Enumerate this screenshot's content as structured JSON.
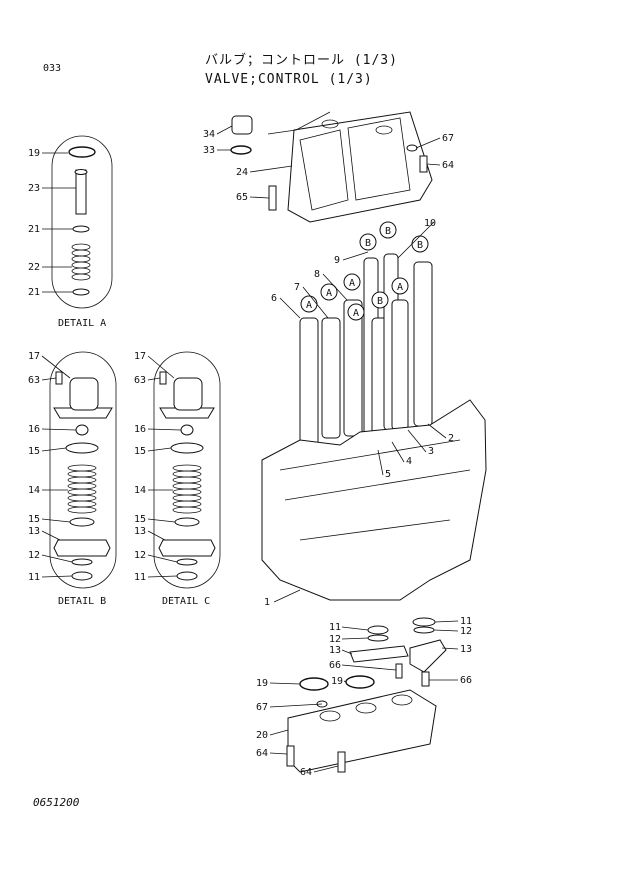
{
  "page_code": "033",
  "title_jp": "バルブ；コントロール (1/3)",
  "title_en": "VALVE;CONTROL (1/3)",
  "doc_number": "0651200",
  "details": {
    "a": "DETAIL A",
    "b": "DETAIL B",
    "c": "DETAIL C"
  },
  "callouts": {
    "detail_a": [
      "19",
      "23",
      "21",
      "22",
      "21"
    ],
    "detail_b": [
      "17",
      "63",
      "16",
      "15",
      "14",
      "15",
      "13",
      "12",
      "11"
    ],
    "detail_c": [
      "17",
      "63",
      "16",
      "15",
      "14",
      "15",
      "13",
      "12",
      "11"
    ],
    "top_cover": [
      "34",
      "33",
      "24",
      "65",
      "67",
      "64"
    ],
    "spools": [
      "10",
      "9",
      "8",
      "7",
      "6",
      "2",
      "3",
      "4",
      "5"
    ],
    "spool_tags": [
      "A",
      "A",
      "A",
      "A",
      "A",
      "B",
      "B",
      "B",
      "B"
    ],
    "body": [
      "1"
    ],
    "lower_left": [
      "11",
      "12",
      "13",
      "66"
    ],
    "lower_right": [
      "11",
      "12",
      "13",
      "66"
    ],
    "bottom_cover": [
      "19",
      "19",
      "67",
      "20",
      "64",
      "64"
    ]
  }
}
